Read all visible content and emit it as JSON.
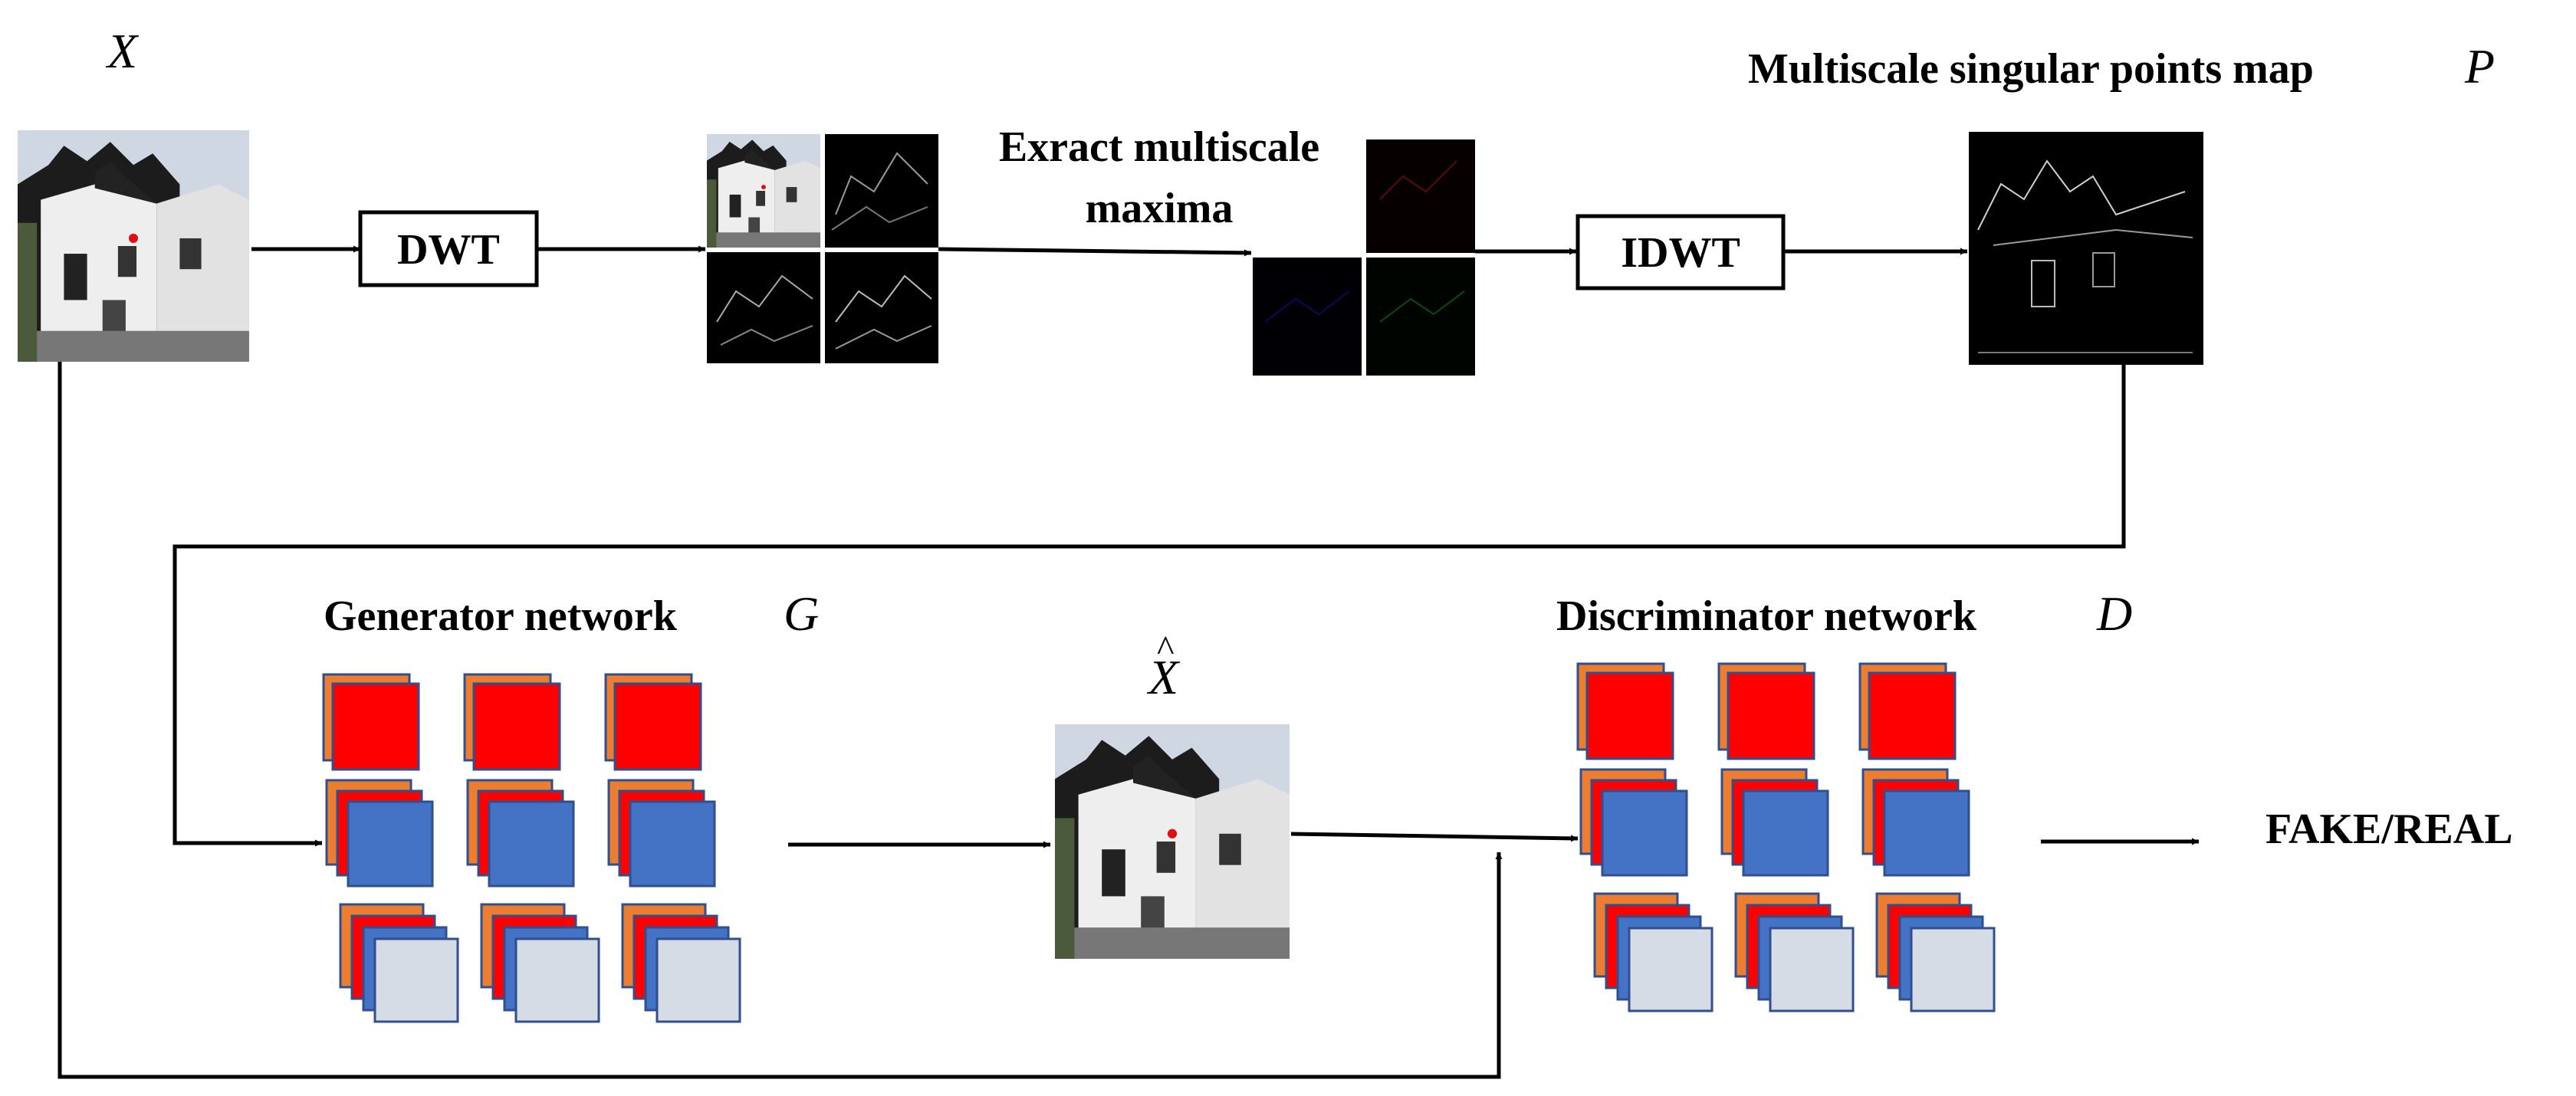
{
  "input_label": "X",
  "boxes": {
    "dwt": "DWT",
    "idwt": "IDWT"
  },
  "extract_label": {
    "line1": "Exract multiscale",
    "line2": "maxima"
  },
  "map_label": {
    "title": "Multiscale singular points map",
    "symbol": "P"
  },
  "generator": {
    "title": "Generator network",
    "symbol": "G"
  },
  "generated_label": {
    "symbol": "X",
    "accent": "^"
  },
  "discriminator": {
    "title": "Discriminator network",
    "symbol": "D"
  },
  "output_label": "FAKE/REAL",
  "colors": {
    "red": "#ff0000",
    "orange": "#ed7d31",
    "blue": "#4472c4",
    "light": "#d6dce5",
    "border": "#2f4f8f",
    "line": "#000000"
  },
  "icons": {
    "house_photo": "house-photo",
    "wavelet_subbands": "wavelet-subband-grid",
    "maxima_subbands": "maxima-subband-grid",
    "singular_map": "edge-map-image",
    "feature_map": "feature-map-square"
  }
}
